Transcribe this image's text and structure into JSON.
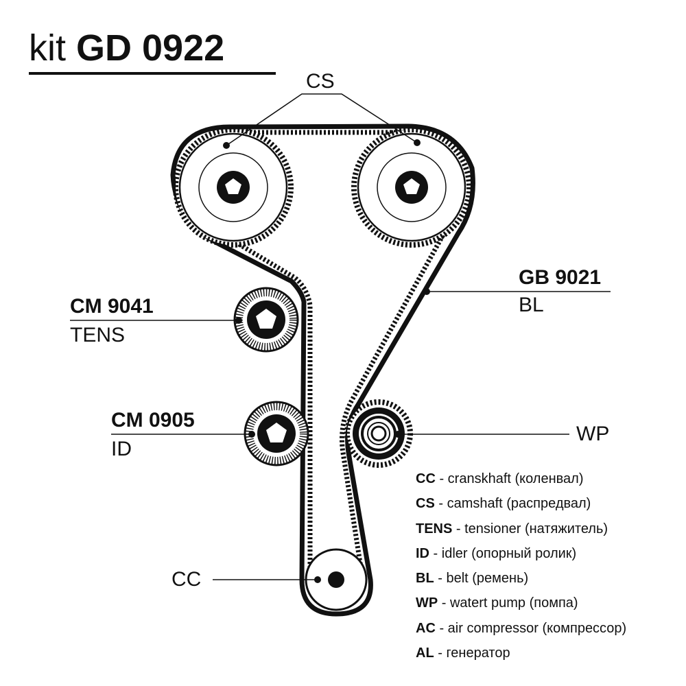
{
  "title": {
    "prefix": "kit",
    "code": "GD 0922"
  },
  "labels": {
    "cs": "CS",
    "gb_code": "GB 9021",
    "gb_type": "BL",
    "cm9041_code": "CM 9041",
    "cm9041_type": "TENS",
    "cm0905_code": "CM 0905",
    "cm0905_type": "ID",
    "wp": "WP",
    "cc": "CC"
  },
  "legend": [
    {
      "key": "CC",
      "text": " - cranskhaft (коленвал)"
    },
    {
      "key": "CS",
      "text": " - camshaft (распредвал)"
    },
    {
      "key": "TENS",
      "text": " - tensioner (натяжитель)"
    },
    {
      "key": "ID",
      "text": " - idler (опорный ролик)"
    },
    {
      "key": "BL",
      "text": " - belt (ремень)"
    },
    {
      "key": "WP",
      "text": " - watert pump (помпа)"
    },
    {
      "key": "AC",
      "text": " - air compressor (компрессор)"
    },
    {
      "key": "AL",
      "text": " - генератор"
    }
  ]
}
